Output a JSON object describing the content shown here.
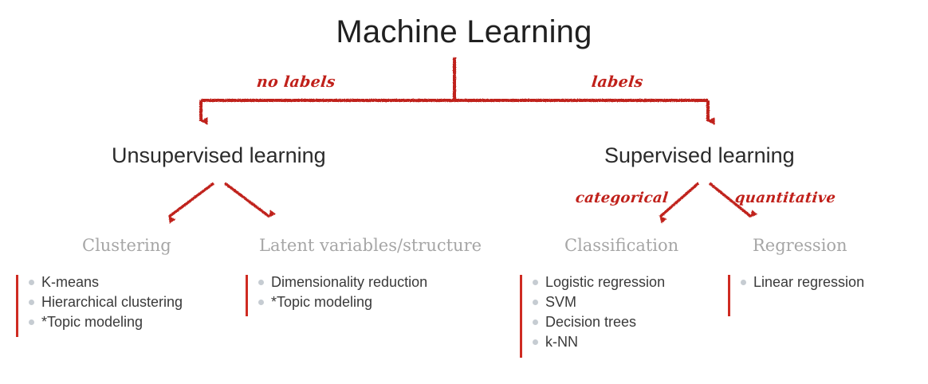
{
  "diagram": {
    "title": "Machine Learning",
    "accent_color": "#c0201a",
    "rule_color": "#cf2b22",
    "bullet_color": "#c6ccd2",
    "caption_color": "#a6a6a6",
    "text_color": "#2b2b2b"
  },
  "edge_labels": {
    "no_labels": "no labels",
    "labels": "labels",
    "categorical": "categorical",
    "quantitative": "quantitative"
  },
  "branches": {
    "unsupervised": {
      "title": "Unsupervised learning",
      "categories": [
        {
          "caption": "Clustering",
          "items": [
            "K-means",
            "Hierarchical clustering",
            "*Topic modeling"
          ]
        },
        {
          "caption": "Latent variables/structure",
          "items": [
            "Dimensionality reduction",
            "*Topic modeling"
          ]
        }
      ]
    },
    "supervised": {
      "title": "Supervised learning",
      "categories": [
        {
          "caption": "Classification",
          "items": [
            "Logistic regression",
            "SVM",
            "Decision trees",
            "k-NN"
          ]
        },
        {
          "caption": "Regression",
          "items": [
            "Linear regression"
          ]
        }
      ]
    }
  }
}
